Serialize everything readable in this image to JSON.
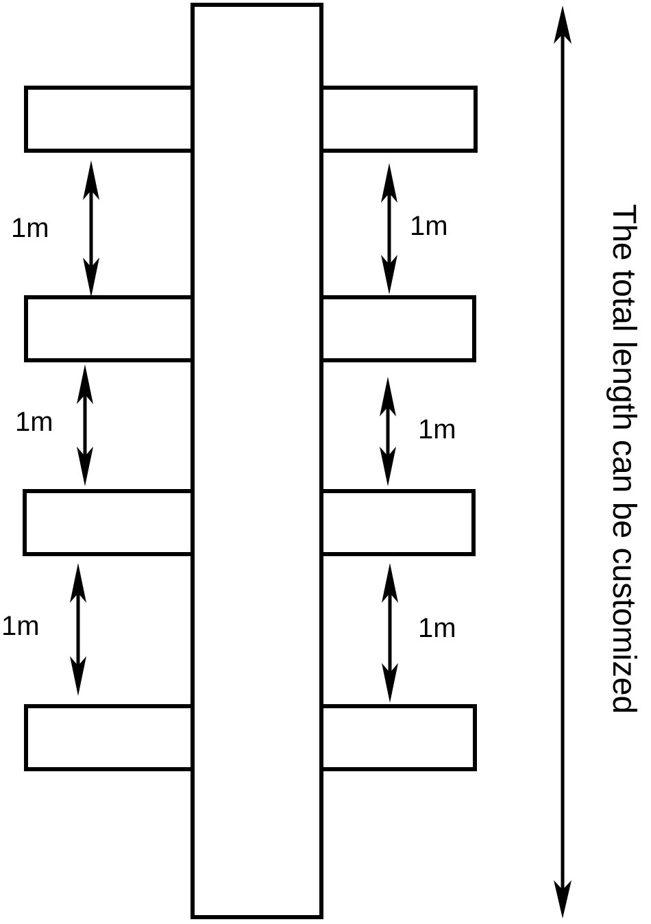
{
  "diagram": {
    "spacing_labels": {
      "left": [
        "1m",
        "1m",
        "1m"
      ],
      "right": [
        "1m",
        "1m",
        "1m"
      ]
    },
    "total_length_label": "The total length can be customized",
    "colors": {
      "stroke": "#000000",
      "fill": "#ffffff"
    }
  }
}
